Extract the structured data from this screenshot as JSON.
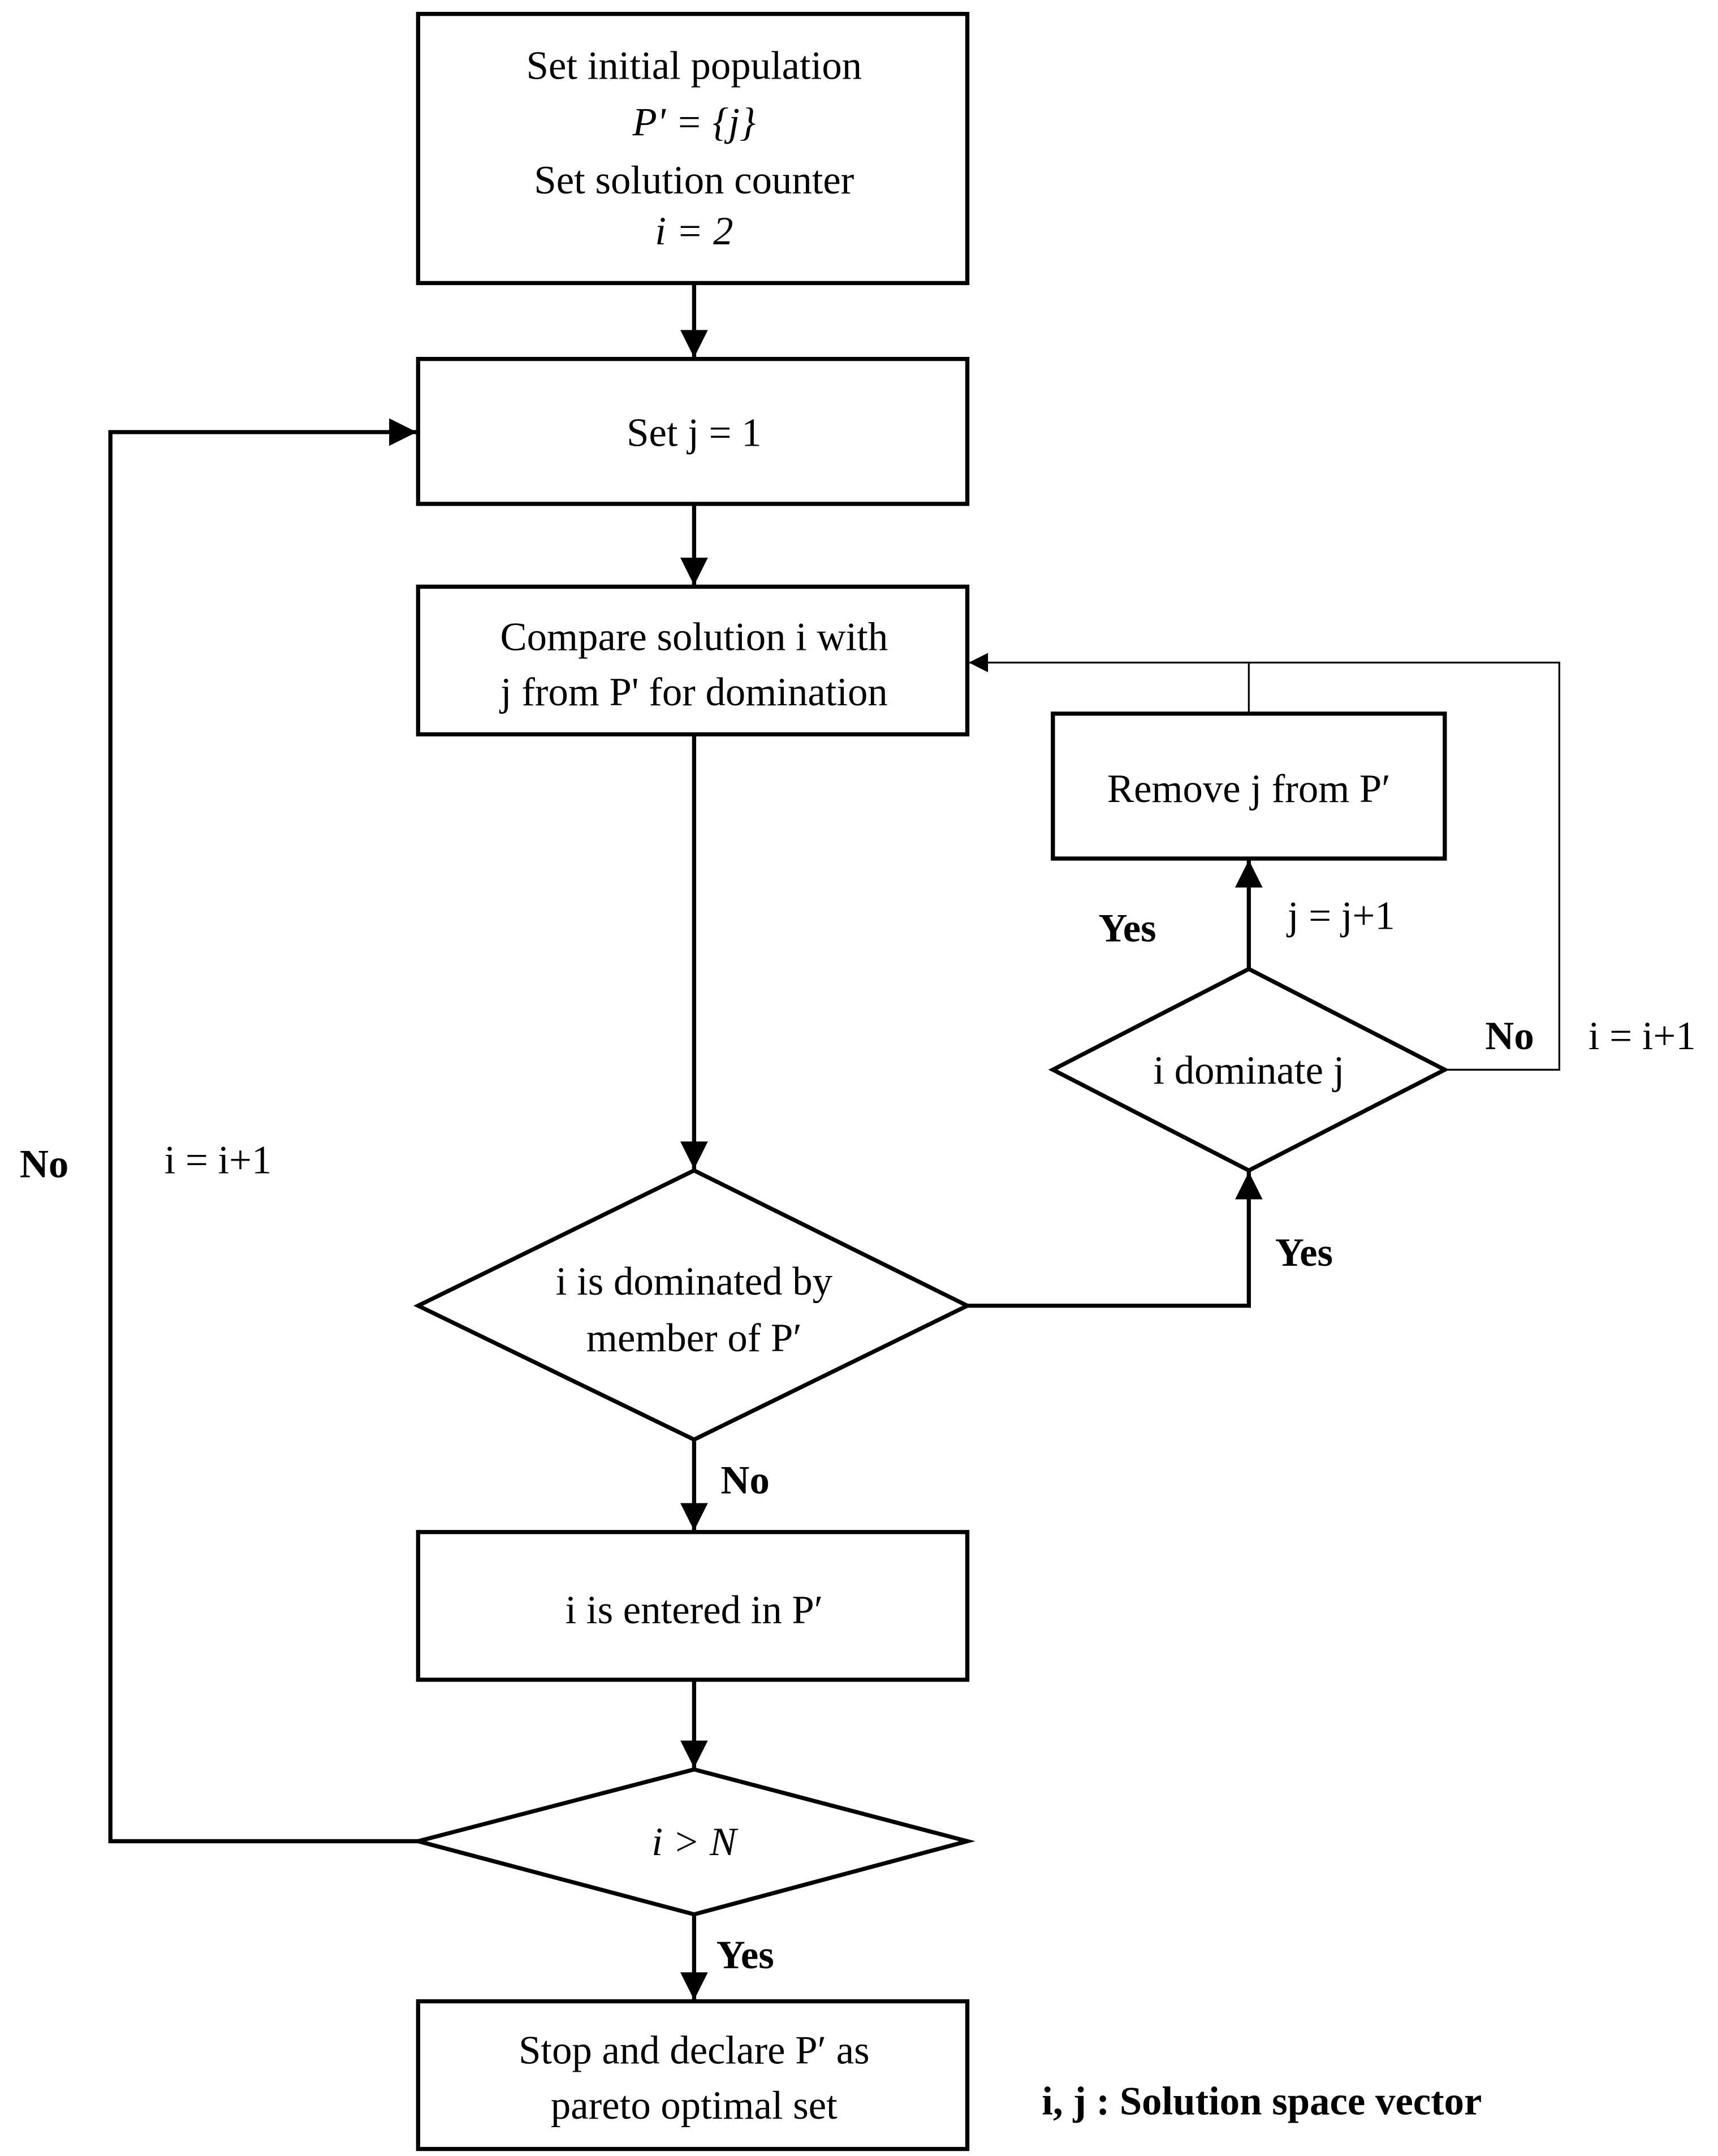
{
  "nodes": {
    "init": {
      "lines": [
        "Set initial population",
        "P' = {j}",
        "Set solution counter",
        "i = 2"
      ]
    },
    "set_j": {
      "lines": [
        "Set  j = 1"
      ]
    },
    "compare": {
      "lines": [
        "Compare solution i with",
        "j from P' for domination"
      ]
    },
    "dominated_decision": {
      "lines": [
        "i is dominated by",
        "member of P′"
      ]
    },
    "dominate_decision": {
      "lines": [
        "i dominate j"
      ]
    },
    "remove": {
      "lines": [
        "Remove j from P′"
      ]
    },
    "enter": {
      "lines": [
        "i is entered in P′"
      ]
    },
    "check_n": {
      "lines": [
        "i > N"
      ]
    },
    "stop": {
      "lines": [
        "Stop and declare P′ as",
        "pareto optimal set"
      ]
    }
  },
  "edge_labels": {
    "dominated_yes": "Yes",
    "dominated_no": "No",
    "dominate_yes": "Yes",
    "dominate_no": "No",
    "j_increment": "j = j+1",
    "i_increment_right": "i = i+1",
    "check_no": "No",
    "i_increment_left": "i = i+1",
    "check_yes": "Yes"
  },
  "legend": "i, j : Solution space vector"
}
